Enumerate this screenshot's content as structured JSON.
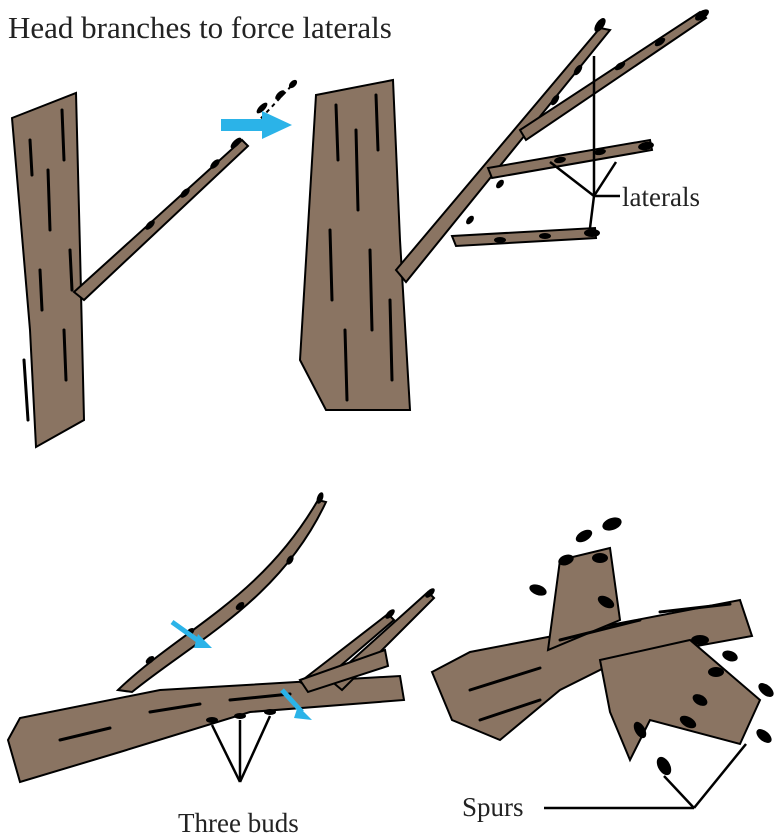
{
  "title": "Head branches to force laterals",
  "labels": {
    "laterals": "laterals",
    "three_buds": "Three buds",
    "spurs": "Spurs"
  },
  "colors": {
    "bark": "#8a7462",
    "bark_dark": "#000000",
    "arrow": "#2bb3e8",
    "text": "#222222",
    "background": "#ffffff"
  }
}
